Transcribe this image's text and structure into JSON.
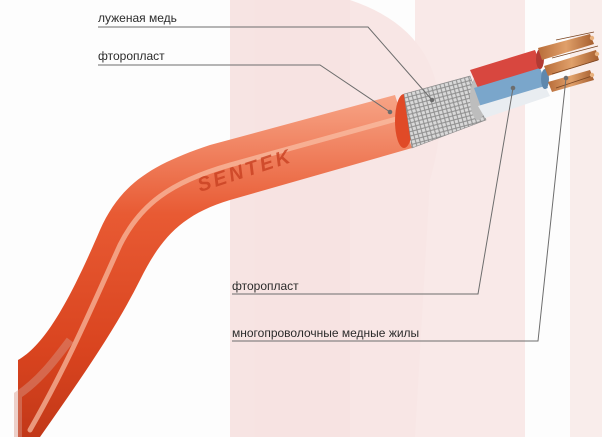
{
  "callouts": {
    "tinned_copper": "луженая медь",
    "fluoroplastic_jacket": "фторопласт",
    "fluoroplastic_insulation": "фторопласт",
    "stranded_copper_cores": "многопроволочные медные жилы"
  },
  "brand_mark": "SENTEK",
  "colors": {
    "jacket": "#e4562f",
    "jacket_highlight": "#f6a58a",
    "background_logo": "#f2c6c4",
    "red_core": "#d84a45",
    "blue_core": "#7fa8c8",
    "copper": "#c98a52",
    "leader_line": "#6d6d6d"
  }
}
